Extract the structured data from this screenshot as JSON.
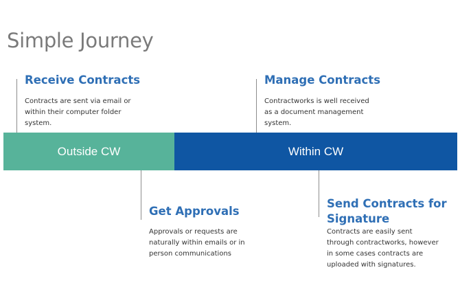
{
  "title": "Simple Journey",
  "colors": {
    "outside_bar": "#57b39a",
    "within_bar": "#0f56a3",
    "heading": "#2f6fb5",
    "title": "#7a7a7a"
  },
  "timeline": {
    "outside_label": "Outside CW",
    "within_label": "Within CW"
  },
  "steps": [
    {
      "title": "Receive Contracts",
      "desc_lines": [
        "Contracts are sent via email or",
        "within their computer folder",
        "system."
      ]
    },
    {
      "title": "Get Approvals",
      "desc_lines": [
        "Approvals or requests are",
        "naturally within emails or in",
        "person communications"
      ]
    },
    {
      "title": "Manage Contracts",
      "desc_lines": [
        "Contractworks is well received",
        "as a document management",
        "system."
      ]
    },
    {
      "title_lines": [
        "Send Contracts for",
        "Signature"
      ],
      "desc_lines": [
        "Contracts are easily sent",
        "through contractworks, however",
        "in some cases contracts are",
        "uploaded with signatures."
      ]
    }
  ]
}
